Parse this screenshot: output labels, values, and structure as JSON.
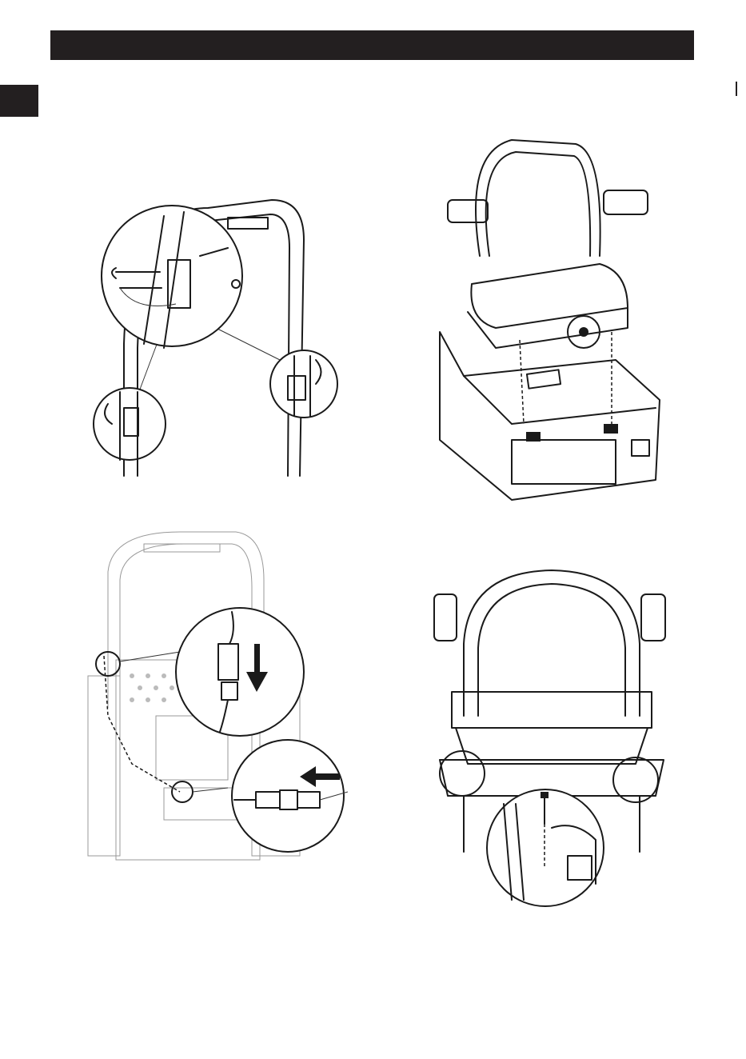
{
  "page": {
    "header_bar_color": "#231f20",
    "side_tab_color": "#231f20",
    "header_text": ""
  },
  "figures": [
    {
      "id": "rollbar-pins",
      "icon": "rollover-bar-pin-detail"
    },
    {
      "id": "seat-exploded",
      "icon": "seat-mounting-exploded"
    },
    {
      "id": "wiring-connectors",
      "icon": "seat-switch-connector"
    },
    {
      "id": "seat-bolts",
      "icon": "seat-bolt-detail"
    }
  ]
}
